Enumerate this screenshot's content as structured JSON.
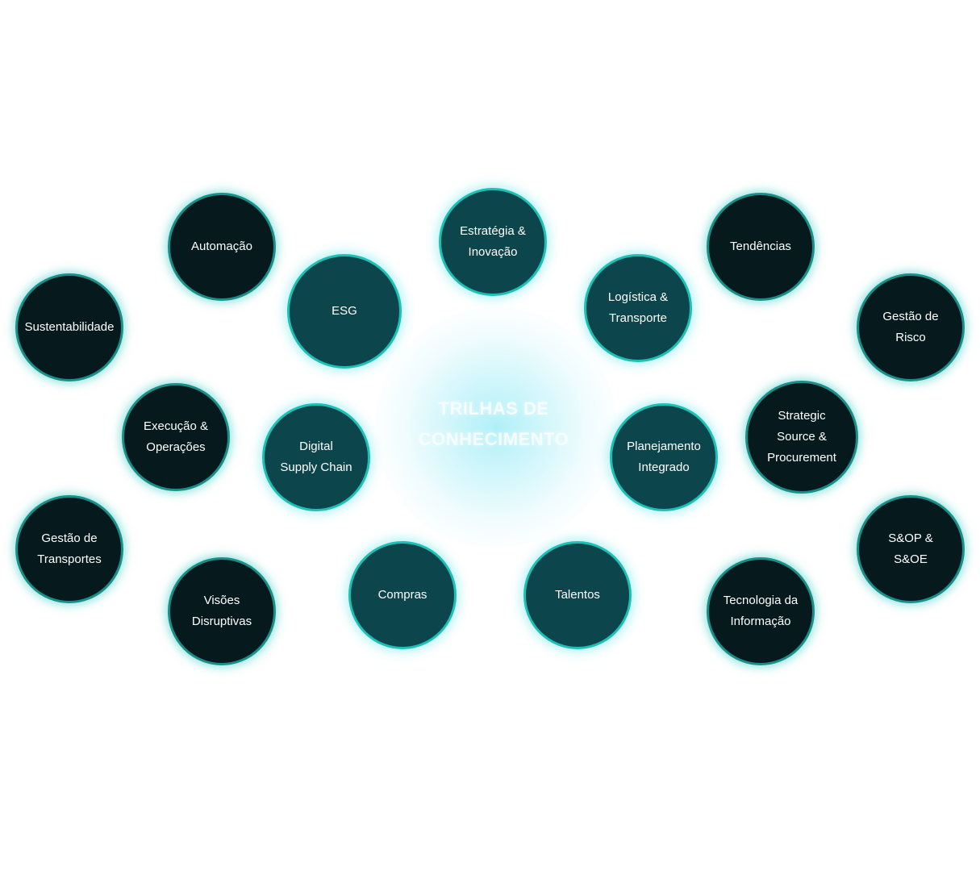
{
  "title_line1": "TRILHAS DE",
  "title_line2": "CONHECIMENTO",
  "colors": {
    "dark_node": "#061a1d",
    "teal_node": "#0c454b",
    "ring": "#1cc0b4",
    "glow": "#9beaf5"
  },
  "nodes": [
    {
      "key": "automacao",
      "label": "Automação"
    },
    {
      "key": "estrategia",
      "label": "Estratégia &\nInovação"
    },
    {
      "key": "tendencias",
      "label": "Tendências"
    },
    {
      "key": "sustentabilidade",
      "label": "Sustentabilidade"
    },
    {
      "key": "esg",
      "label": "ESG"
    },
    {
      "key": "logistica",
      "label": "Logística &\nTransporte"
    },
    {
      "key": "gestao-risco",
      "label": "Gestão de\nRisco"
    },
    {
      "key": "execucao",
      "label": "Execução &\nOperações"
    },
    {
      "key": "digital-supply",
      "label": "Digital\nSupply Chain"
    },
    {
      "key": "planejamento",
      "label": "Planejamento\nIntegrado"
    },
    {
      "key": "strategic-source",
      "label": "Strategic\nSource &\nProcurement"
    },
    {
      "key": "gestao-transportes",
      "label": "Gestão de\nTransportes"
    },
    {
      "key": "sop",
      "label": "S&OP &\nS&OE"
    },
    {
      "key": "visoes",
      "label": "Visões\nDisruptivas"
    },
    {
      "key": "compras",
      "label": "Compras"
    },
    {
      "key": "talentos",
      "label": "Talentos"
    },
    {
      "key": "tecnologia",
      "label": "Tecnologia da\nInformação"
    }
  ]
}
